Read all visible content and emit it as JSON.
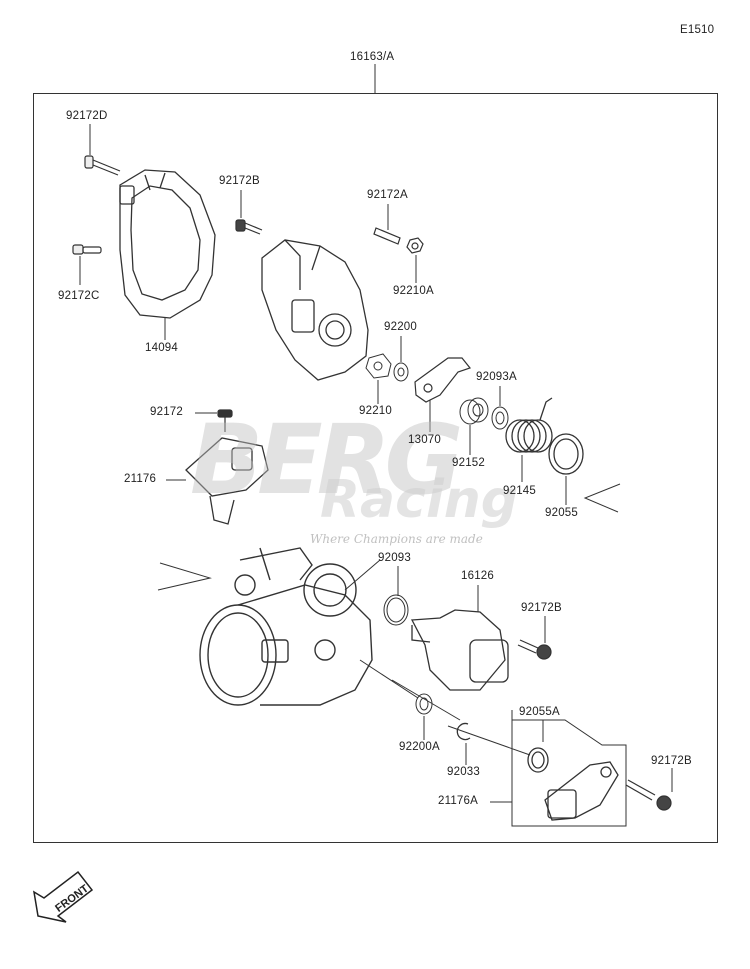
{
  "diagram_code": "E1510",
  "assembly_ref": "16163/A",
  "parts": {
    "p92172D": "92172D",
    "p92172C": "92172C",
    "p14094": "14094",
    "p92172B_top": "92172B",
    "p92172A": "92172A",
    "p92210A": "92210A",
    "p92200": "92200",
    "p92210": "92210",
    "p13070": "13070",
    "p92093A": "92093A",
    "p92172": "92172",
    "p21176": "21176",
    "p92152": "92152",
    "p92145": "92145",
    "p92055": "92055",
    "p92093": "92093",
    "p16126": "16126",
    "p92172B_mid": "92172B",
    "p92055A": "92055A",
    "p92200A": "92200A",
    "p92033": "92033",
    "p92172B_low": "92172B",
    "p21176A": "21176A"
  },
  "watermark": {
    "brand": "BERG",
    "sub": "Racing",
    "tagline": "Where Champions are made"
  },
  "front_label": "FRONT"
}
